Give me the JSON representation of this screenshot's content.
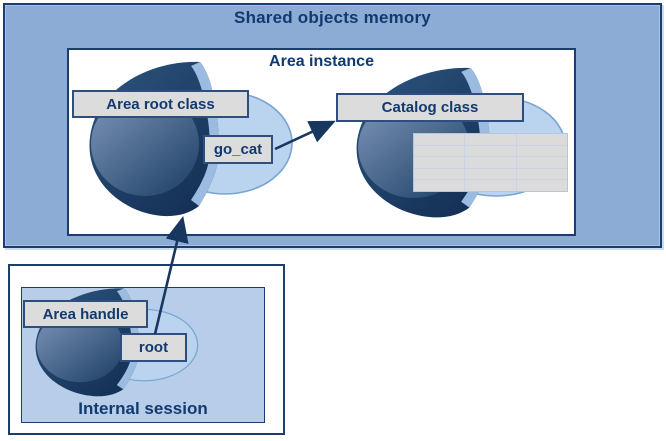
{
  "shared_memory": {
    "title": "Shared objects memory"
  },
  "area_instance": {
    "title": "Area instance",
    "area_root_class_label": "Area root class",
    "go_cat_label": "go_cat",
    "catalog_class_label": "Catalog class",
    "catalog_table": {
      "rows": 5,
      "cols": 3
    }
  },
  "internal_session": {
    "title": "Internal session",
    "area_handle_label": "Area handle",
    "root_label": "root"
  },
  "icons": {
    "area_shell": "3d-opened-shell-sphere-icon"
  },
  "colors": {
    "navy": "#123a6e",
    "outer_box_fill": "#8cacd6",
    "session_box_fill": "#b7cde9",
    "shell_dark": "#1a3b63",
    "shell_light_ellipse": "#bad3ef",
    "plaque_fill": "#dcdcdc",
    "arrow": "#17375e"
  }
}
